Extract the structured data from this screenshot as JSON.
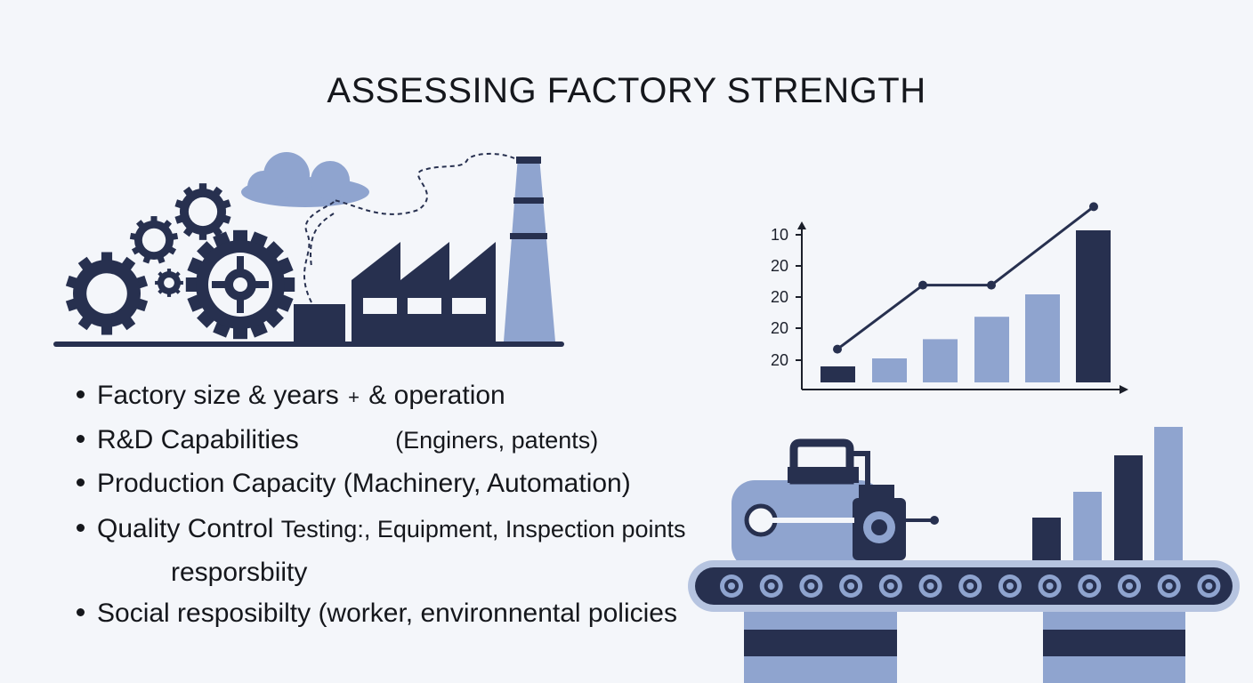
{
  "title": "ASSESSING FACTORY STRENGTH",
  "bullets": [
    {
      "a": "Factory size & years",
      "sep": "+",
      "b": "& operation"
    },
    {
      "a": "R&D Capabilities",
      "b": "(Enginers, patents)"
    },
    {
      "a": "Production Capacity (Machinery, Automation)"
    },
    {
      "a": "Quality Control",
      "b": "Testing:, Equipment, Inspection points",
      "cont": "resporsbiity"
    },
    {
      "a": "Social resposibilty (worker, environnental policies"
    }
  ],
  "chart_data": {
    "type": "bar",
    "ytick_labels": [
      "10",
      "20",
      "20",
      "20",
      "20"
    ],
    "bar_values": [
      1,
      1.5,
      2.7,
      4.1,
      5.5,
      9.5
    ],
    "line_points": [
      1.3,
      5.3,
      5.3,
      10.2
    ],
    "colors": {
      "dark": "#27304f",
      "light": "#8fa4cf"
    }
  },
  "colors": {
    "dark": "#27304f",
    "light": "#8fa4cf",
    "background": "#f4f6fa"
  },
  "icons": [
    "gears-icon",
    "factory-icon",
    "cloud-icon",
    "smokestack-icon",
    "conveyor-machine-icon"
  ]
}
